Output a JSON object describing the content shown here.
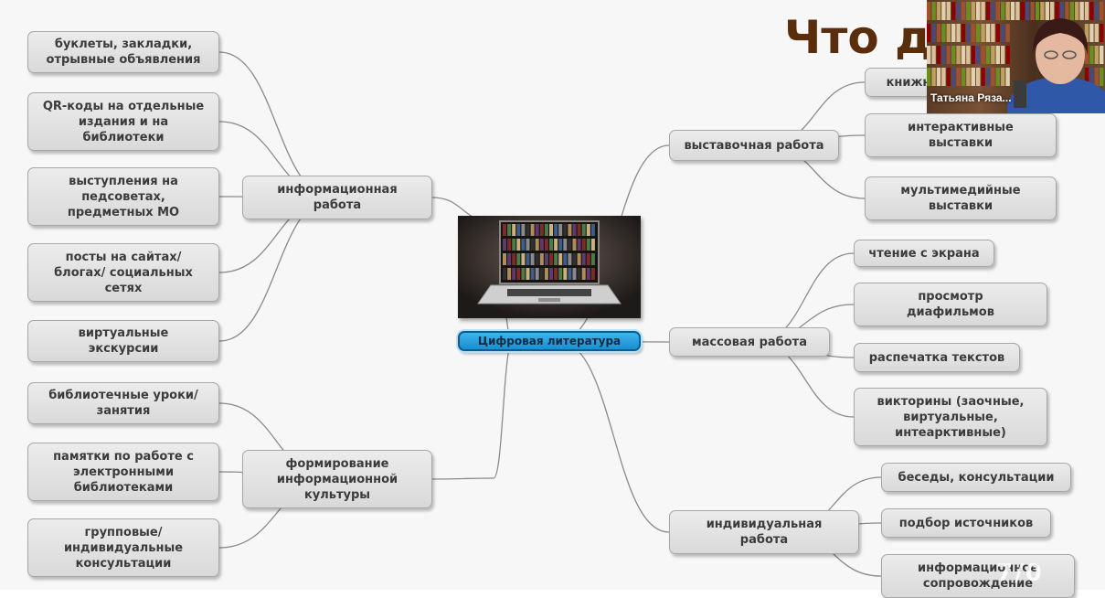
{
  "title": "Что д",
  "center": {
    "label": "Цифровая литература",
    "image": "laptop-with-bookshelf"
  },
  "video": {
    "participant_name": "Татьяна Ряза..."
  },
  "left_branches": [
    {
      "label": "информационная\nработа",
      "children": [
        "буклеты, закладки,\nотрывные объявления",
        "QR-коды на отдельные\nиздания и на\nбиблиотеки",
        "выступления на\nпедсоветах,\nпредметных МО",
        "посты на сайтах/\nблогах/ социальных\nсетях",
        "виртуальные\nэкскурсии"
      ]
    },
    {
      "label": "формирование\nинформационной\nкультуры",
      "children": [
        "библиотечные уроки/\nзанятия",
        "памятки по работе с\nэлектронными\nбиблиотеками",
        "групповые/\nиндивидуальные\nконсультации"
      ]
    }
  ],
  "right_branches": [
    {
      "label": "выставочная работа",
      "children": [
        "книжн",
        "интерактивные\nвыставки",
        "мультимедийные\nвыставки"
      ]
    },
    {
      "label": "массовая работа",
      "children": [
        "чтение с экрана",
        "просмотр\nдиафильмов",
        "распечатка текстов",
        "викторины (заочные,\nвиртуальные,\nинтеарктивные)"
      ]
    },
    {
      "label": "индивидуальная\nработа",
      "children": [
        "беседы, консультации",
        "подбор источников",
        "информационное\nсопровождение"
      ]
    }
  ]
}
